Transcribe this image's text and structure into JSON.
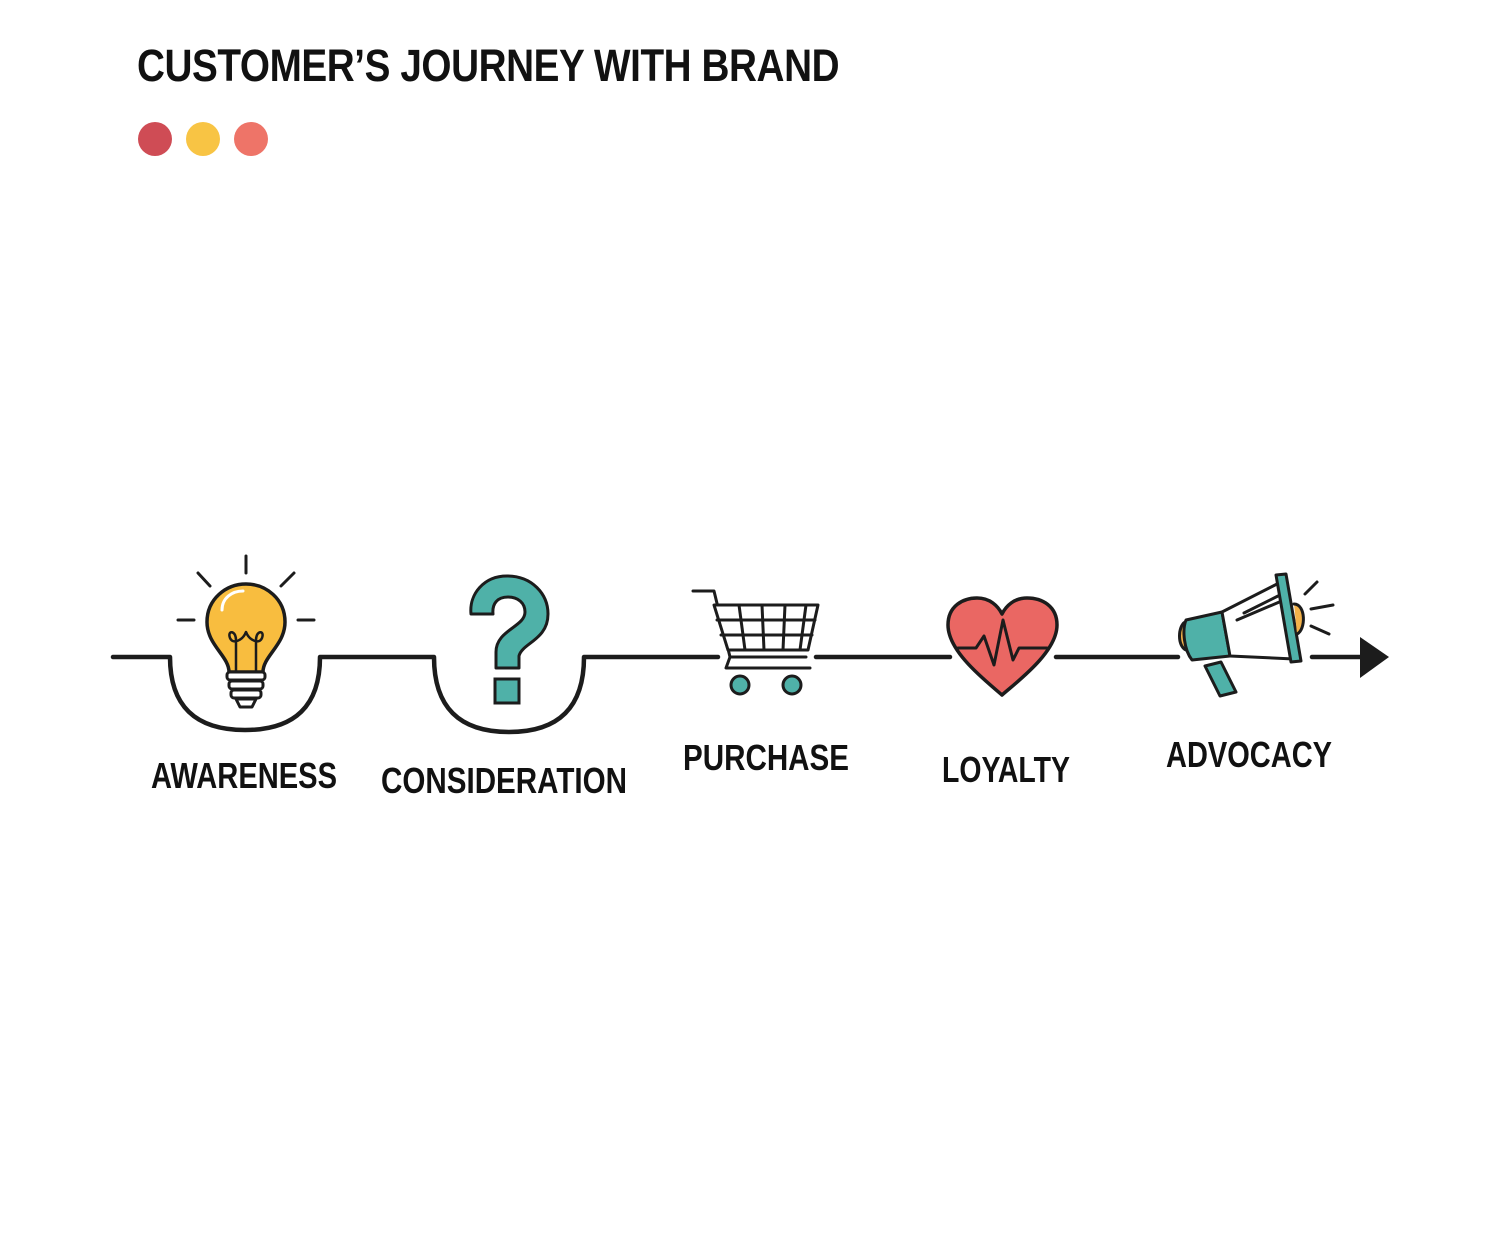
{
  "title": "CUSTOMER’S JOURNEY WITH BRAND",
  "dot_colors": [
    "#cf4c55",
    "#f8c444",
    "#ee7468"
  ],
  "colors": {
    "line": "#1c1c1c",
    "bulb_yellow": "#f8bd3f",
    "teal": "#4fb1a8",
    "heart_red": "#ea6763",
    "cart_wheel": "#4fb1a8",
    "megaphone_orange": "#f3b24a"
  },
  "stages": [
    {
      "label": "AWARENESS",
      "icon": "lightbulb-icon"
    },
    {
      "label": "CONSIDERATION",
      "icon": "question-mark-icon"
    },
    {
      "label": "PURCHASE",
      "icon": "shopping-cart-icon"
    },
    {
      "label": "LOYALTY",
      "icon": "heart-pulse-icon"
    },
    {
      "label": "ADVOCACY",
      "icon": "megaphone-icon"
    }
  ]
}
